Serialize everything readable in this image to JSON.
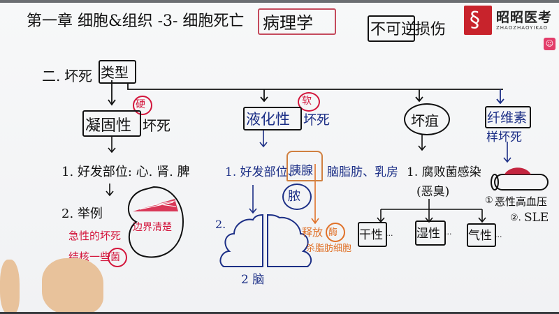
{
  "header": {
    "title_prefix": "第一章 细胞&组织 -3- 细胞死亡",
    "title_boxed": "病理学",
    "top_right_boxed": "不可逆",
    "top_right_suffix": "损伤"
  },
  "logo": {
    "name": "昭昭医考",
    "pinyin": "ZHAOZHAOYIKAO",
    "mark_icon": "snake-staff-icon",
    "badge_icon": "mascot-icon"
  },
  "section": {
    "number": "二.",
    "label": "坏死",
    "boxed": "类型"
  },
  "branches": [
    {
      "id": "coagulative",
      "boxed_label": "凝固性",
      "suffix": "坏死",
      "annotation_circled": "硬",
      "point1": "1. 好发部位: 心. 肾. 脾",
      "point2": "2. 举例",
      "example_red_1": "急性的坏死",
      "example_red_2": "结核一些",
      "example_circled": "菌",
      "diagram_label": "边界清楚"
    },
    {
      "id": "liquefactive",
      "boxed_label": "液化性",
      "suffix": "坏死",
      "annotation_circled": "软",
      "point1_prefix": "1. 好发部位、",
      "point1_boxed": "胰腺",
      "point1_suffix": "脑脂肪、乳房",
      "circled_char": "脓",
      "point2": "2.",
      "diagram_label": "2 脑",
      "orange_note_1": "释放",
      "orange_note_circled": "酶",
      "orange_note_2": "杀脂肪细胞"
    },
    {
      "id": "gangrene",
      "circled_label": "坏疽",
      "point1": "1. 腐败菌感染",
      "point1_sub": "(恶臭)",
      "children": [
        {
          "label": "干性",
          "trail": "..."
        },
        {
          "label": "湿性",
          "trail": "..."
        },
        {
          "label": "气性",
          "trail": "..."
        }
      ]
    },
    {
      "id": "fibrinoid",
      "boxed_label": "纤维素",
      "suffix": "样坏死",
      "item1_prefix": "①",
      "item1": "恶性高血压",
      "item2_prefix": "②.",
      "item2": "SLE"
    }
  ],
  "colors": {
    "ink_black": "#111111",
    "ink_blue": "#1c2f86",
    "ink_red": "#d3163c",
    "ink_orange": "#e0722a",
    "brand_red": "#c8232c"
  }
}
